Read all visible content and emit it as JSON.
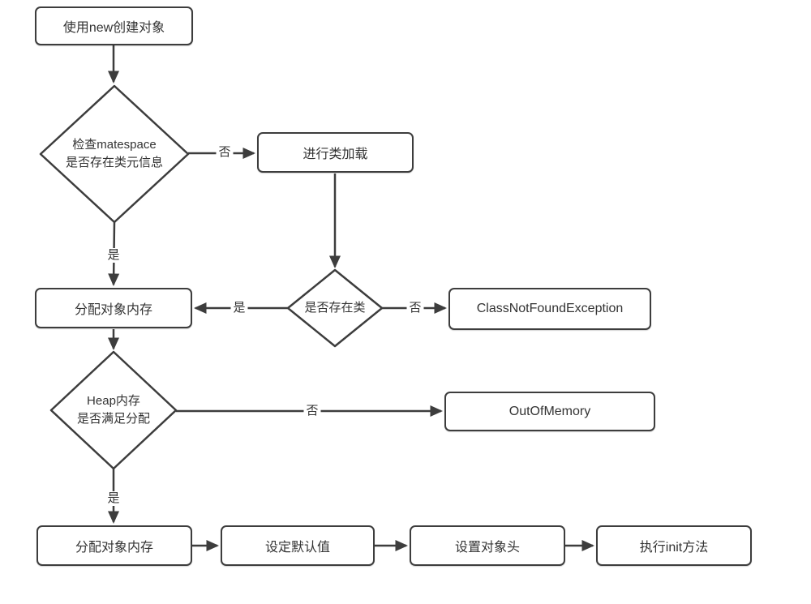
{
  "colors": {
    "stroke": "#3d3d3d",
    "text": "#333333",
    "background": "#ffffff"
  },
  "nodes": {
    "start": {
      "label": "使用new创建对象"
    },
    "check_metaspace": {
      "label_line1": "检查matespace",
      "label_line2": "是否存在类元信息"
    },
    "class_load": {
      "label": "进行类加载"
    },
    "class_exists": {
      "label": "是否存在类"
    },
    "class_not_found": {
      "label": "ClassNotFoundException"
    },
    "allocate_memory_1": {
      "label": "分配对象内存"
    },
    "heap_check": {
      "label_line1": "Heap内存",
      "label_line2": "是否满足分配"
    },
    "out_of_memory": {
      "label": "OutOfMemory"
    },
    "allocate_memory_2": {
      "label": "分配对象内存"
    },
    "set_defaults": {
      "label": "设定默认值"
    },
    "set_object_header": {
      "label": "设置对象头"
    },
    "run_init": {
      "label": "执行init方法"
    }
  },
  "edge_labels": {
    "metaspace_no": "否",
    "metaspace_yes": "是",
    "class_exists_no": "否",
    "class_exists_yes": "是",
    "heap_no": "否",
    "heap_yes": "是"
  }
}
